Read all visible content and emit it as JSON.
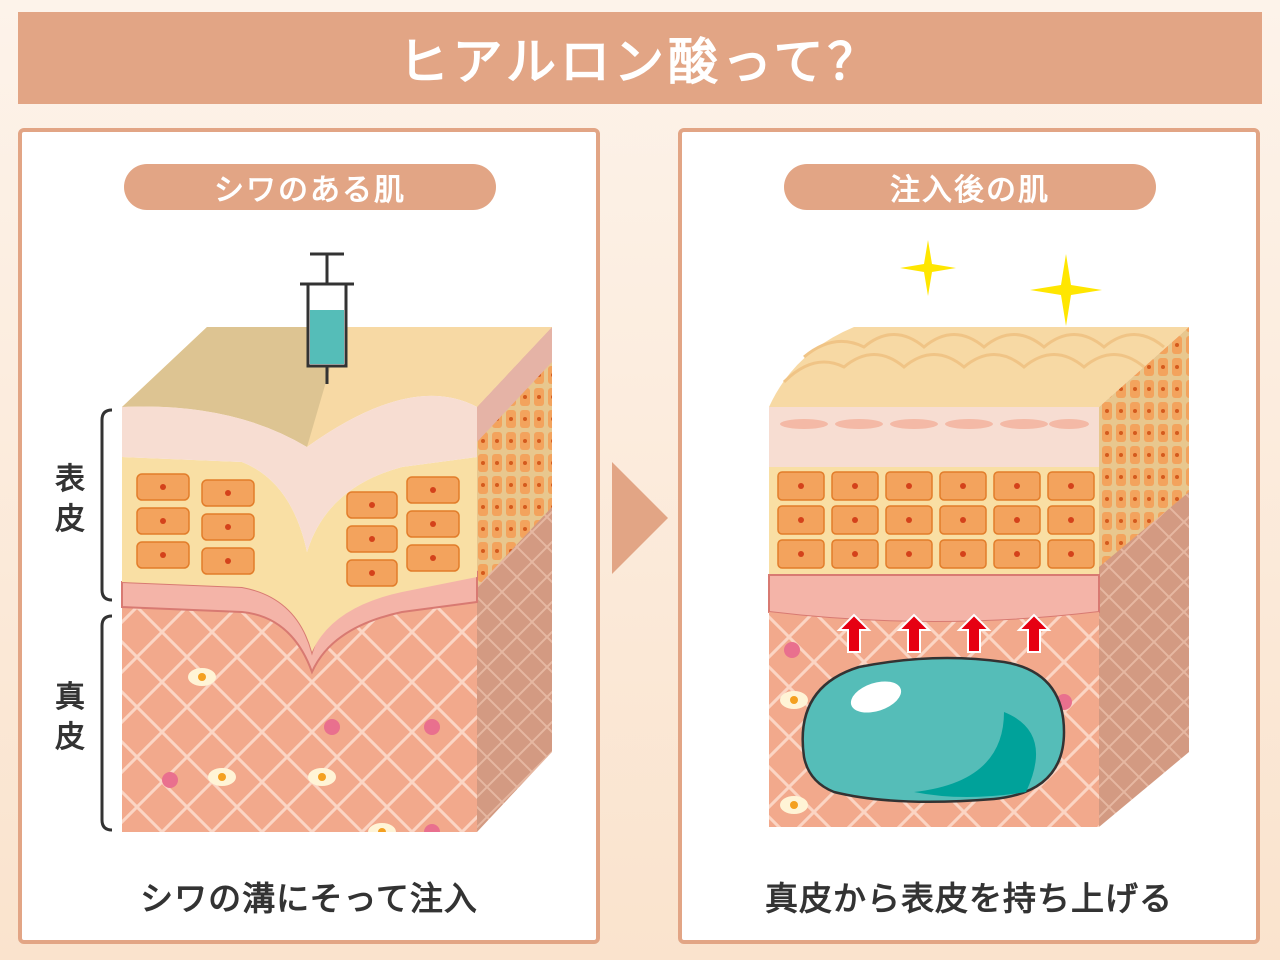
{
  "title": "ヒアルロン酸って？",
  "left_panel": {
    "heading": "シワのある肌",
    "caption": "シワの溝にそって注入",
    "layer_labels": {
      "epidermis": "表皮",
      "dermis": "真皮"
    }
  },
  "right_panel": {
    "heading": "注入後の肌",
    "caption": "真皮から表皮を持ち上げる"
  },
  "colors": {
    "accent": "#e2a585",
    "surface": "#f7d9a4",
    "epidermis_cells": "#f4a460",
    "dermis": "#f2a98c",
    "hyaluronic": "#55bdb8",
    "lift_arrow": "#e60012",
    "sparkle": "#ffe600"
  }
}
